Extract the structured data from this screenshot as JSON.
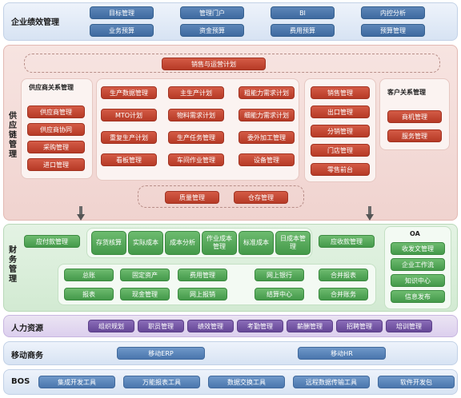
{
  "performance": {
    "title": "企业绩效管理",
    "row1": [
      "目标管理",
      "管理门户",
      "BI",
      "内控分析"
    ],
    "row2": [
      "业务预算",
      "资金预算",
      "费用预算",
      "预算管理"
    ]
  },
  "supply_chain": {
    "title": "供应链管理",
    "plan_bar": "销售与运营计划",
    "supplier": {
      "title": "供应商关系管理",
      "items": [
        "供应商管理",
        "供应商协同",
        "采购管理",
        "进口管理"
      ]
    },
    "center": {
      "rows": [
        [
          "生产数据管理",
          "主生产计划",
          "粗能力需求计划"
        ],
        [
          "MTO计划",
          "物料需求计划",
          "细能力需求计划"
        ],
        [
          "重复生产计划",
          "生产任务管理",
          "委外加工管理"
        ],
        [
          "看板管理",
          "车间作业管理",
          "设备管理"
        ]
      ]
    },
    "bottom": [
      "质量管理",
      "仓存管理"
    ],
    "sales": [
      "销售管理",
      "出口管理",
      "分销管理",
      "门店管理",
      "零售前台"
    ],
    "customer": {
      "title": "客户关系管理",
      "items": [
        "商机管理",
        "服务管理"
      ]
    }
  },
  "finance": {
    "title": "财务管理",
    "payable": "应付款管理",
    "receivable": "应收款管理",
    "accounting": [
      "存货核算",
      "实际成本",
      "成本分析",
      "作业成本管理",
      "标准成本",
      "日成本管理"
    ],
    "row1": [
      "总账",
      "固定资产",
      "费用管理",
      "网上银行",
      "合并报表"
    ],
    "row2": [
      "报表",
      "现金管理",
      "网上报销",
      "结算中心",
      "合并账务"
    ],
    "oa": {
      "title": "OA",
      "items": [
        "收发文管理",
        "企业工作流",
        "知识中心",
        "信息发布"
      ]
    }
  },
  "hr": {
    "title": "人力资源",
    "items": [
      "组织规划",
      "职员管理",
      "绩效管理",
      "考勤管理",
      "薪酬管理",
      "招聘管理",
      "培训管理"
    ]
  },
  "mobile": {
    "title": "移动商务",
    "items": [
      "移动ERP",
      "移动HR"
    ]
  },
  "bos": {
    "title": "BOS",
    "items": [
      "集成开发工具",
      "万能报表工具",
      "数据交换工具",
      "远程数据传输工具",
      "软件开发包"
    ]
  }
}
